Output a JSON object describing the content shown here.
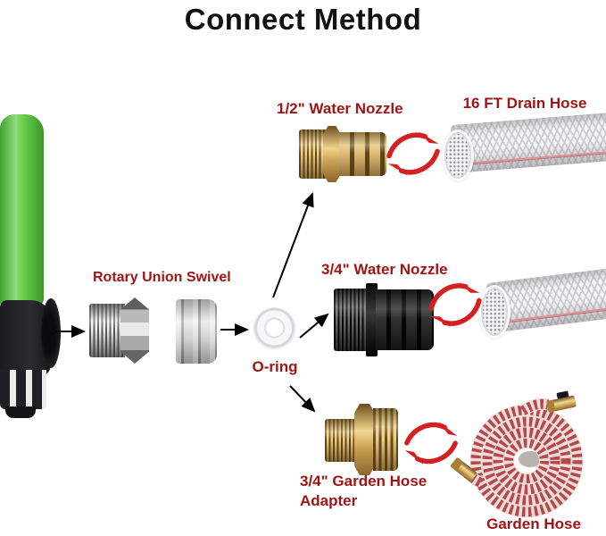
{
  "title": "Connect Method",
  "labels": {
    "rotary_union_swivel": "Rotary Union Swivel",
    "o_ring": "O-ring",
    "half_inch_nozzle": "1/2\" Water Nozzle",
    "drain_hose": "16 FT Drain Hose",
    "three_quarter_nozzle": "3/4\" Water Nozzle",
    "garden_hose_adapter_line1": "3/4\" Garden Hose",
    "garden_hose_adapter_line2": "Adapter",
    "garden_hose": "Garden Hose"
  },
  "colors": {
    "title_black": "#111111",
    "label_red": "#a11414",
    "rotate_arrow_red": "#d32121",
    "connector_arrow_black": "#000000",
    "pump_green": "#5ecb41",
    "pump_base_black": "#1b1b1e",
    "brass": "#caa255",
    "nozzle_black": "#1a1a1a",
    "steel_gray": "#c7c7c7",
    "hose_white": "#f5f5f5",
    "garden_hose_red": "#b5474d"
  }
}
